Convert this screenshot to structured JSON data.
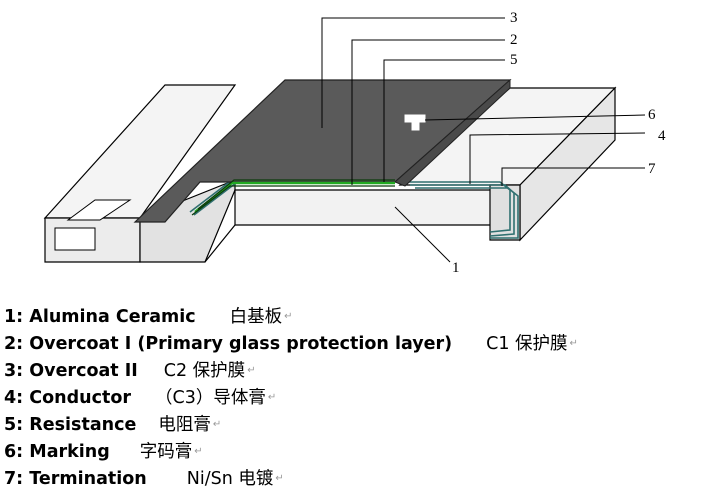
{
  "callouts": [
    "1",
    "2",
    "3",
    "4",
    "5",
    "6",
    "7"
  ],
  "legend": [
    {
      "num": "1:",
      "en": "Alumina Ceramic",
      "zh": "白基板",
      "mark": "↵"
    },
    {
      "num": "2:",
      "en": "Overcoat I (Primary glass protection layer)",
      "zh": "C1 保护膜",
      "mark": "↵"
    },
    {
      "num": "3:",
      "en": "Overcoat II",
      "zh": "C2 保护膜",
      "mark": "↵"
    },
    {
      "num": "4:",
      "en": "Conductor",
      "zh": "（C3）导体膏",
      "mark": "↵"
    },
    {
      "num": "5:",
      "en": "Resistance",
      "zh": "电阻膏",
      "mark": "↵"
    },
    {
      "num": "6:",
      "en": "Marking",
      "zh": "字码膏",
      "mark": "↵"
    },
    {
      "num": "7:",
      "en": "Termination",
      "zh": "Ni/Sn  电镀",
      "mark": "↵"
    }
  ],
  "colors": {
    "overcoat": "#555555",
    "ceramic_side": "#e8e8e8",
    "ceramic_top": "#f4f4f4",
    "resistance": "#22aa22",
    "termination": "#2f6f6f"
  }
}
